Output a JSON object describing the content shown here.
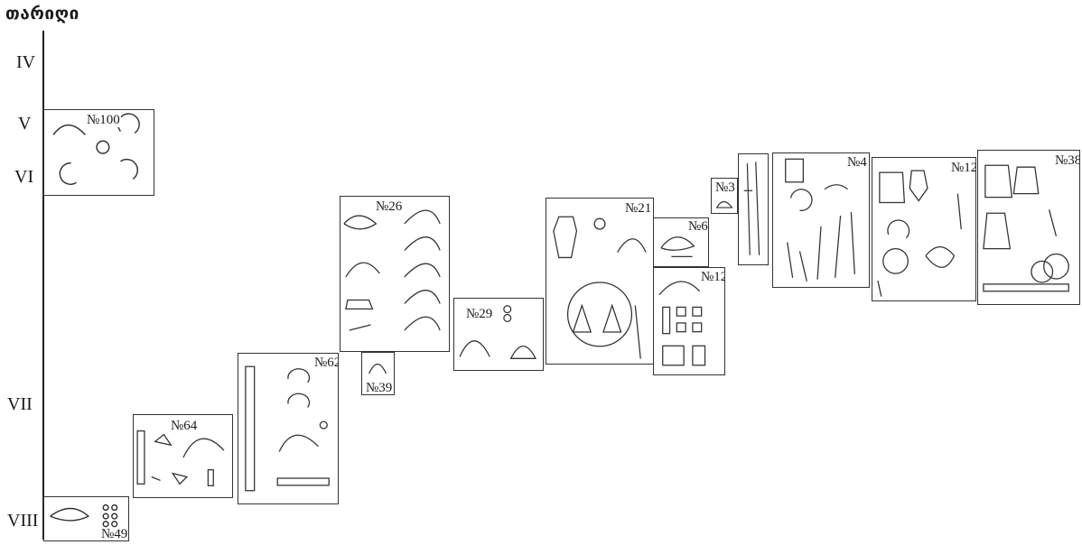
{
  "axis": {
    "title": "თარიღი",
    "centuries": [
      "IV",
      "V",
      "VI",
      "VII",
      "VIII"
    ]
  },
  "tombs": [
    "№100",
    "№49",
    "№64",
    "№62",
    "№26",
    "№39",
    "№29",
    "№21",
    "№6",
    "№12",
    "№3",
    "№4",
    "№12",
    "№38"
  ]
}
